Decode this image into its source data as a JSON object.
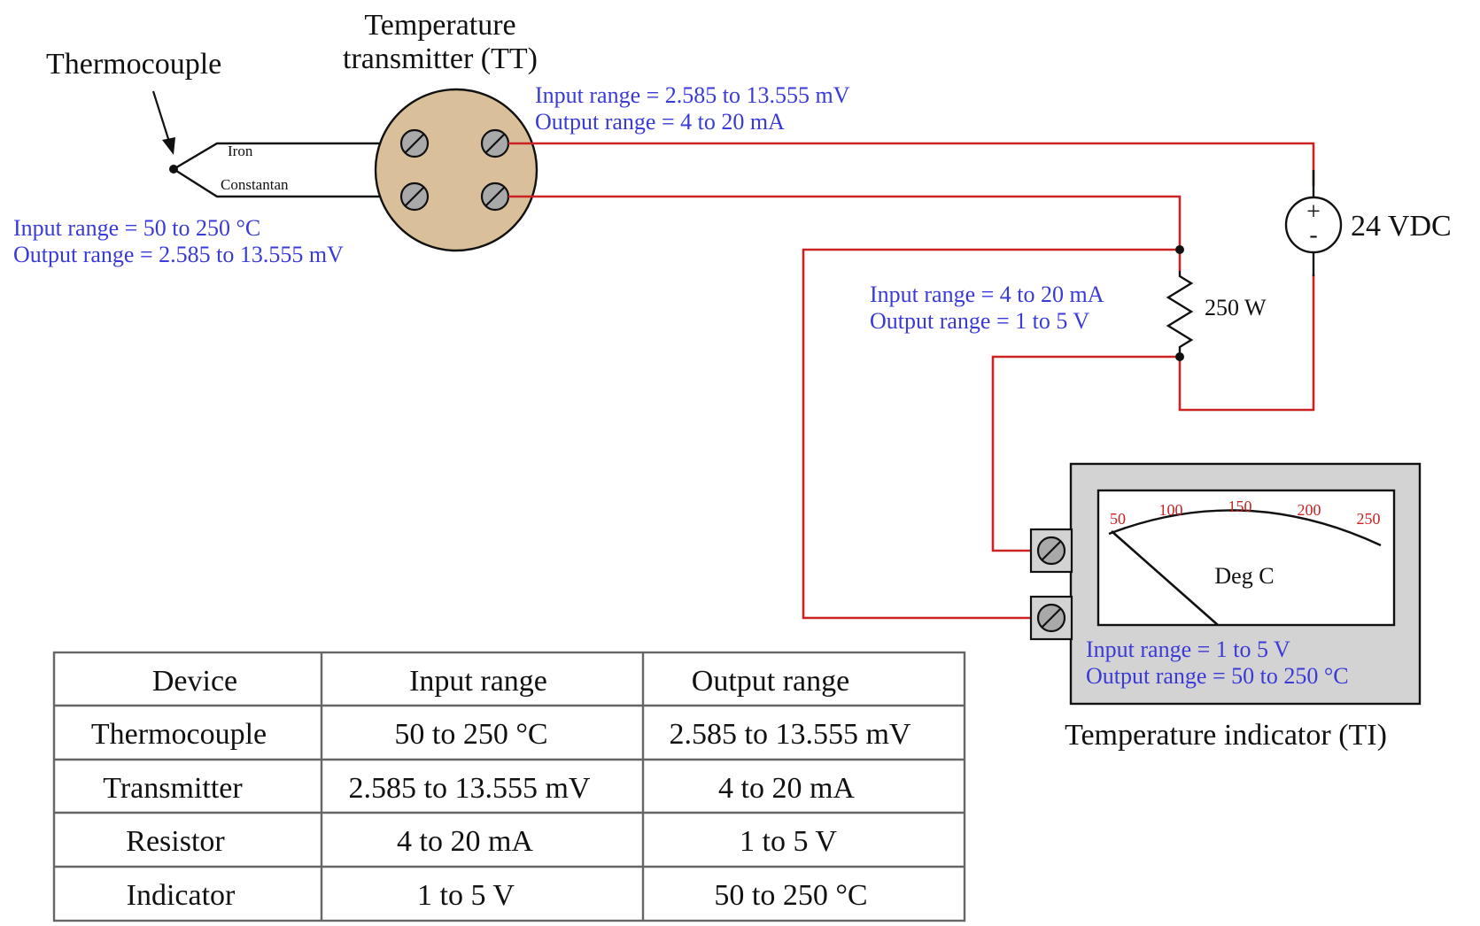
{
  "colors": {
    "wire": "#cc2222",
    "annotation": "#3a3ad8",
    "transmitter_body": "#d9bf9a",
    "indicator_case": "#d3d3d3",
    "terminal": "#a9a9a9",
    "table_border": "#666666"
  },
  "labels": {
    "thermocouple": "Thermocouple",
    "transmitter_line1": "Temperature",
    "transmitter_line2": "transmitter (TT)",
    "wire_iron": "Iron",
    "wire_constantan": "Constantan",
    "supply": "24 VDC",
    "supply_plus": "+",
    "supply_minus": "-",
    "resistor": "250 W",
    "indicator": "Temperature indicator (TI)",
    "meter_units": "Deg C"
  },
  "annotations": {
    "thermocouple": {
      "input": "Input range = 50 to 250 °C",
      "output": "Output range = 2.585 to 13.555 mV"
    },
    "transmitter": {
      "input": "Input range = 2.585 to 13.555 mV",
      "output": "Output range = 4 to 20 mA"
    },
    "resistor": {
      "input": "Input range = 4 to 20 mA",
      "output": "Output range = 1 to 5 V"
    },
    "indicator": {
      "input": "Input range = 1 to 5 V",
      "output": "Output range = 50 to 250 °C"
    }
  },
  "meter": {
    "scale": [
      "50",
      "100",
      "150",
      "200",
      "250"
    ],
    "needle_value": 50
  },
  "table": {
    "headers": [
      "Device",
      "Input range",
      "Output range"
    ],
    "rows": [
      [
        "Thermocouple",
        "50 to 250 °C",
        "2.585 to 13.555 mV"
      ],
      [
        "Transmitter",
        "2.585 to 13.555 mV",
        "4 to 20 mA"
      ],
      [
        "Resistor",
        "4 to 20 mA",
        "1 to 5 V"
      ],
      [
        "Indicator",
        "1 to 5 V",
        "50 to 250 °C"
      ]
    ]
  }
}
